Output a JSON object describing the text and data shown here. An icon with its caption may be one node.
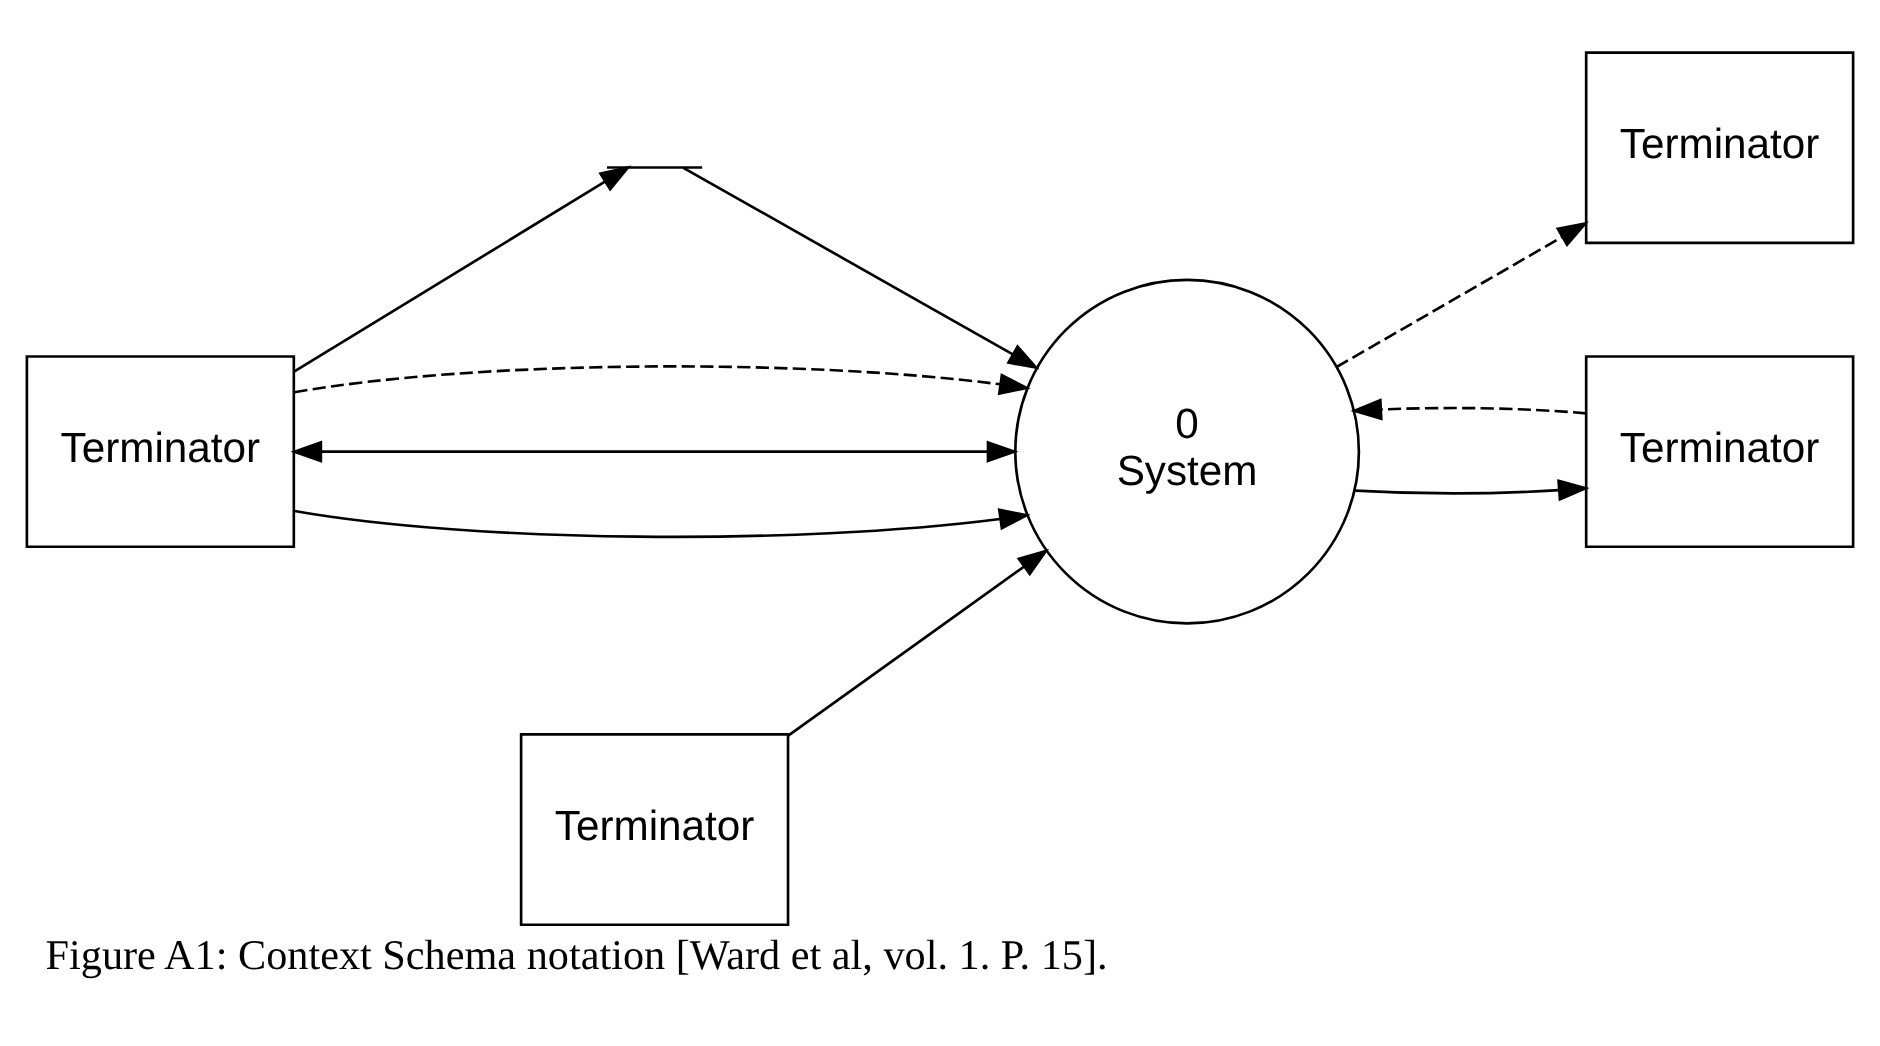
{
  "diagram": {
    "caption": "Figure A1: Context Schema notation [Ward et al, vol. 1. P. 15].",
    "nodes": [
      {
        "text": [
          "Terminator"
        ]
      },
      {
        "text": [],
        "shape": "lines"
      },
      {
        "text": [
          "Terminator"
        ]
      },
      {
        "text": [
          "0",
          "System"
        ]
      },
      {
        "text": [
          "Terminator"
        ]
      },
      {
        "text": [
          "Terminator"
        ]
      }
    ],
    "edges": [
      {
        "from": 0,
        "to": 1,
        "arrow": "to"
      },
      {
        "from": 1,
        "to": 3,
        "arrow": "to"
      },
      {
        "from": 3,
        "to": 0,
        "arrow": "both"
      },
      {
        "from": 0,
        "to": 3,
        "arrow": "to"
      },
      {
        "from": 0,
        "to": 3,
        "arrow": "to",
        "style": "dashed"
      },
      {
        "from": 2,
        "to": 3,
        "arrow": "to"
      },
      {
        "from": 3,
        "to": 5,
        "arrow": "to"
      },
      {
        "from": 5,
        "to": 3,
        "arrow": "to",
        "style": "dashed"
      },
      {
        "from": 3,
        "to": 4,
        "arrow": "to",
        "style": "dashed"
      }
    ]
  }
}
